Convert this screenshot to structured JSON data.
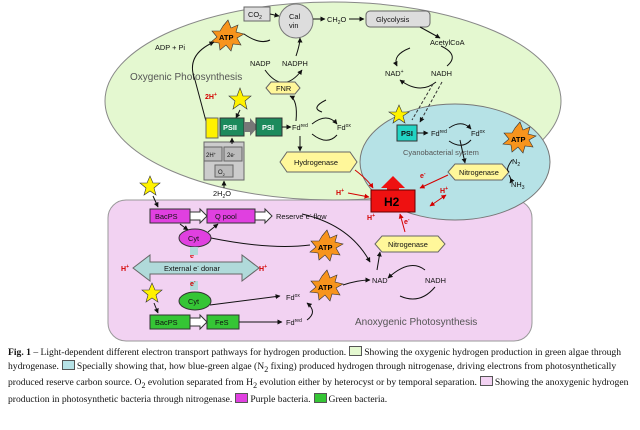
{
  "regions": {
    "oxygenic": "Oxygenic Photosynthesis",
    "cyanobacterial": "Cyanobacterial system",
    "anoxygenic": "Anoxygenic Photosynthesis"
  },
  "nodes": {
    "co2": "CO",
    "co2_sub": "2",
    "calvin_1": "Cal",
    "calvin_2": "vin",
    "ch2o": "CH",
    "ch2o_sub": "2",
    "ch2o_end": "O",
    "glycolysis": "Glycolysis",
    "acetylcoa": "AcetylCoA",
    "adp_pi": "ADP + Pi",
    "atp": "ATP",
    "nadp": "NADP",
    "nadph": "NADPH",
    "nad_plus": "NAD",
    "nadh": "NADH",
    "fnr": "FNR",
    "psii": "PSII",
    "psi": "PSI",
    "fd": "Fd",
    "fd_red": "red",
    "fd_ox": "ox",
    "hydrogenase": "Hydrogenase",
    "nitrogenase": "Nitrogenase",
    "n2": "N",
    "n2_sub": "2",
    "nh3": "NH",
    "nh3_sub": "3",
    "h2": "H2",
    "two_h_plus": "2H",
    "two_h2o": "2H",
    "two_h2o_sub": "2",
    "two_h2o_end": "O",
    "two_h_box": "2H",
    "two_e_box": "2e",
    "o2_box": "O",
    "o2_sub": "2",
    "h_plus": "H",
    "e_minus": "e",
    "bacps": "BacPS",
    "q_pool": "Q pool",
    "reserve_flow": "Reserve e",
    "reserve_flow_end": " flow",
    "cyt": "Cyt",
    "external_donor": "External e",
    "external_donor_end": " donar",
    "nad": "NAD",
    "fes": "FeS"
  },
  "caption": {
    "fig_label": "Fig. 1",
    "text_1": " – Light-dependent different electron transport pathways for hydrogen production.",
    "text_2": "Showing the oxygenic hydrogen production in green algae through hydrogenase.",
    "text_3": "Specially showing that, how blue-green algae (N",
    "text_3_sub": "2",
    "text_3_end": " fixing) produced hydrogen through nitrogenase, driving electrons from photosynthetically produced reserve carbon source. O",
    "text_3b_sub": "2",
    "text_3b_end": " evolution separated from H",
    "text_3c_sub": "2",
    "text_3c_end": " evolution either by heterocyst or by temporal separation.",
    "text_4": "Showing the anoxygenic hydrogen production in photosynthetic bacteria through nitrogenase.",
    "text_5": "Purple bacteria.",
    "text_6": "Green bacteria."
  },
  "colors": {
    "oxygenic_fill": "#e4f8d0",
    "cyano_fill": "#b6e2e6",
    "anoxygenic_fill": "#f2d2f2",
    "purple": "#e040e0",
    "green": "#35c535",
    "atp_orange": "#f7941d",
    "star_yellow": "#fff200",
    "h2_red": "#ee1111"
  }
}
